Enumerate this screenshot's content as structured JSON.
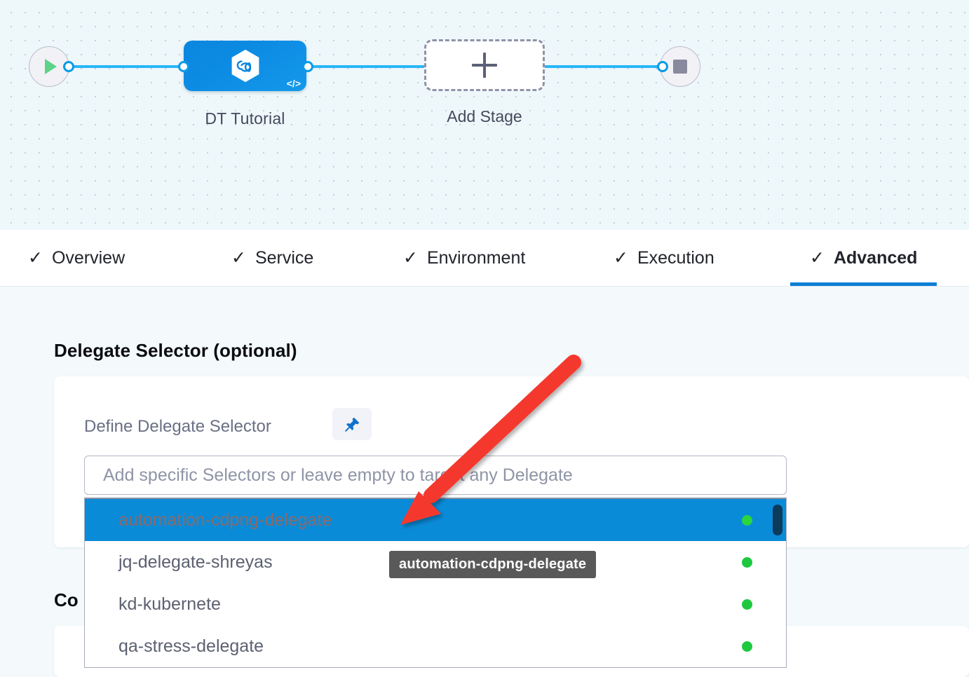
{
  "pipeline": {
    "start_node": {
      "icon": "play-icon",
      "name": "start-node"
    },
    "end_node": {
      "icon": "stop-icon",
      "name": "end-node"
    },
    "stage": {
      "label": "DT Tutorial",
      "icon": "harness-hexagon-icon",
      "code_badge": "</>"
    },
    "add_stage": {
      "label": "Add Stage",
      "icon": "plus-icon"
    }
  },
  "tabs": [
    {
      "label": "Overview",
      "checked": true,
      "active": false
    },
    {
      "label": "Service",
      "checked": true,
      "active": false
    },
    {
      "label": "Environment",
      "checked": true,
      "active": false
    },
    {
      "label": "Execution",
      "checked": true,
      "active": false
    },
    {
      "label": "Advanced",
      "checked": true,
      "active": true
    }
  ],
  "checkmark_glyph": "✓",
  "sections": {
    "delegate_selector": {
      "title": "Delegate Selector (optional)",
      "field_label": "Define Delegate Selector",
      "pin_icon": "pushpin-icon"
    },
    "second_section": {
      "title": "Co"
    }
  },
  "selector": {
    "placeholder": "Add specific Selectors or leave empty to target any Delegate",
    "value": "",
    "options": [
      {
        "label": "automation-cdpng-delegate",
        "status": "connected",
        "selected": true
      },
      {
        "label": "jq-delegate-shreyas",
        "status": "connected",
        "selected": false
      },
      {
        "label": "kd-kubernete",
        "status": "connected",
        "selected": false
      },
      {
        "label": "qa-stress-delegate",
        "status": "connected",
        "selected": false
      }
    ]
  },
  "tooltip": {
    "text": "automation-cdpng-delegate"
  },
  "annotation": {
    "type": "arrow",
    "color": "#f5392d"
  },
  "colors": {
    "accent_blue": "#0a8bd8",
    "tab_active_underline": "#0a7fd4",
    "canvas_bg": "#eef8fb",
    "edge_blue": "#29b6f6",
    "status_green": "#1ec940",
    "annotation_red": "#f5392d",
    "tooltip_bg": "#595959"
  }
}
